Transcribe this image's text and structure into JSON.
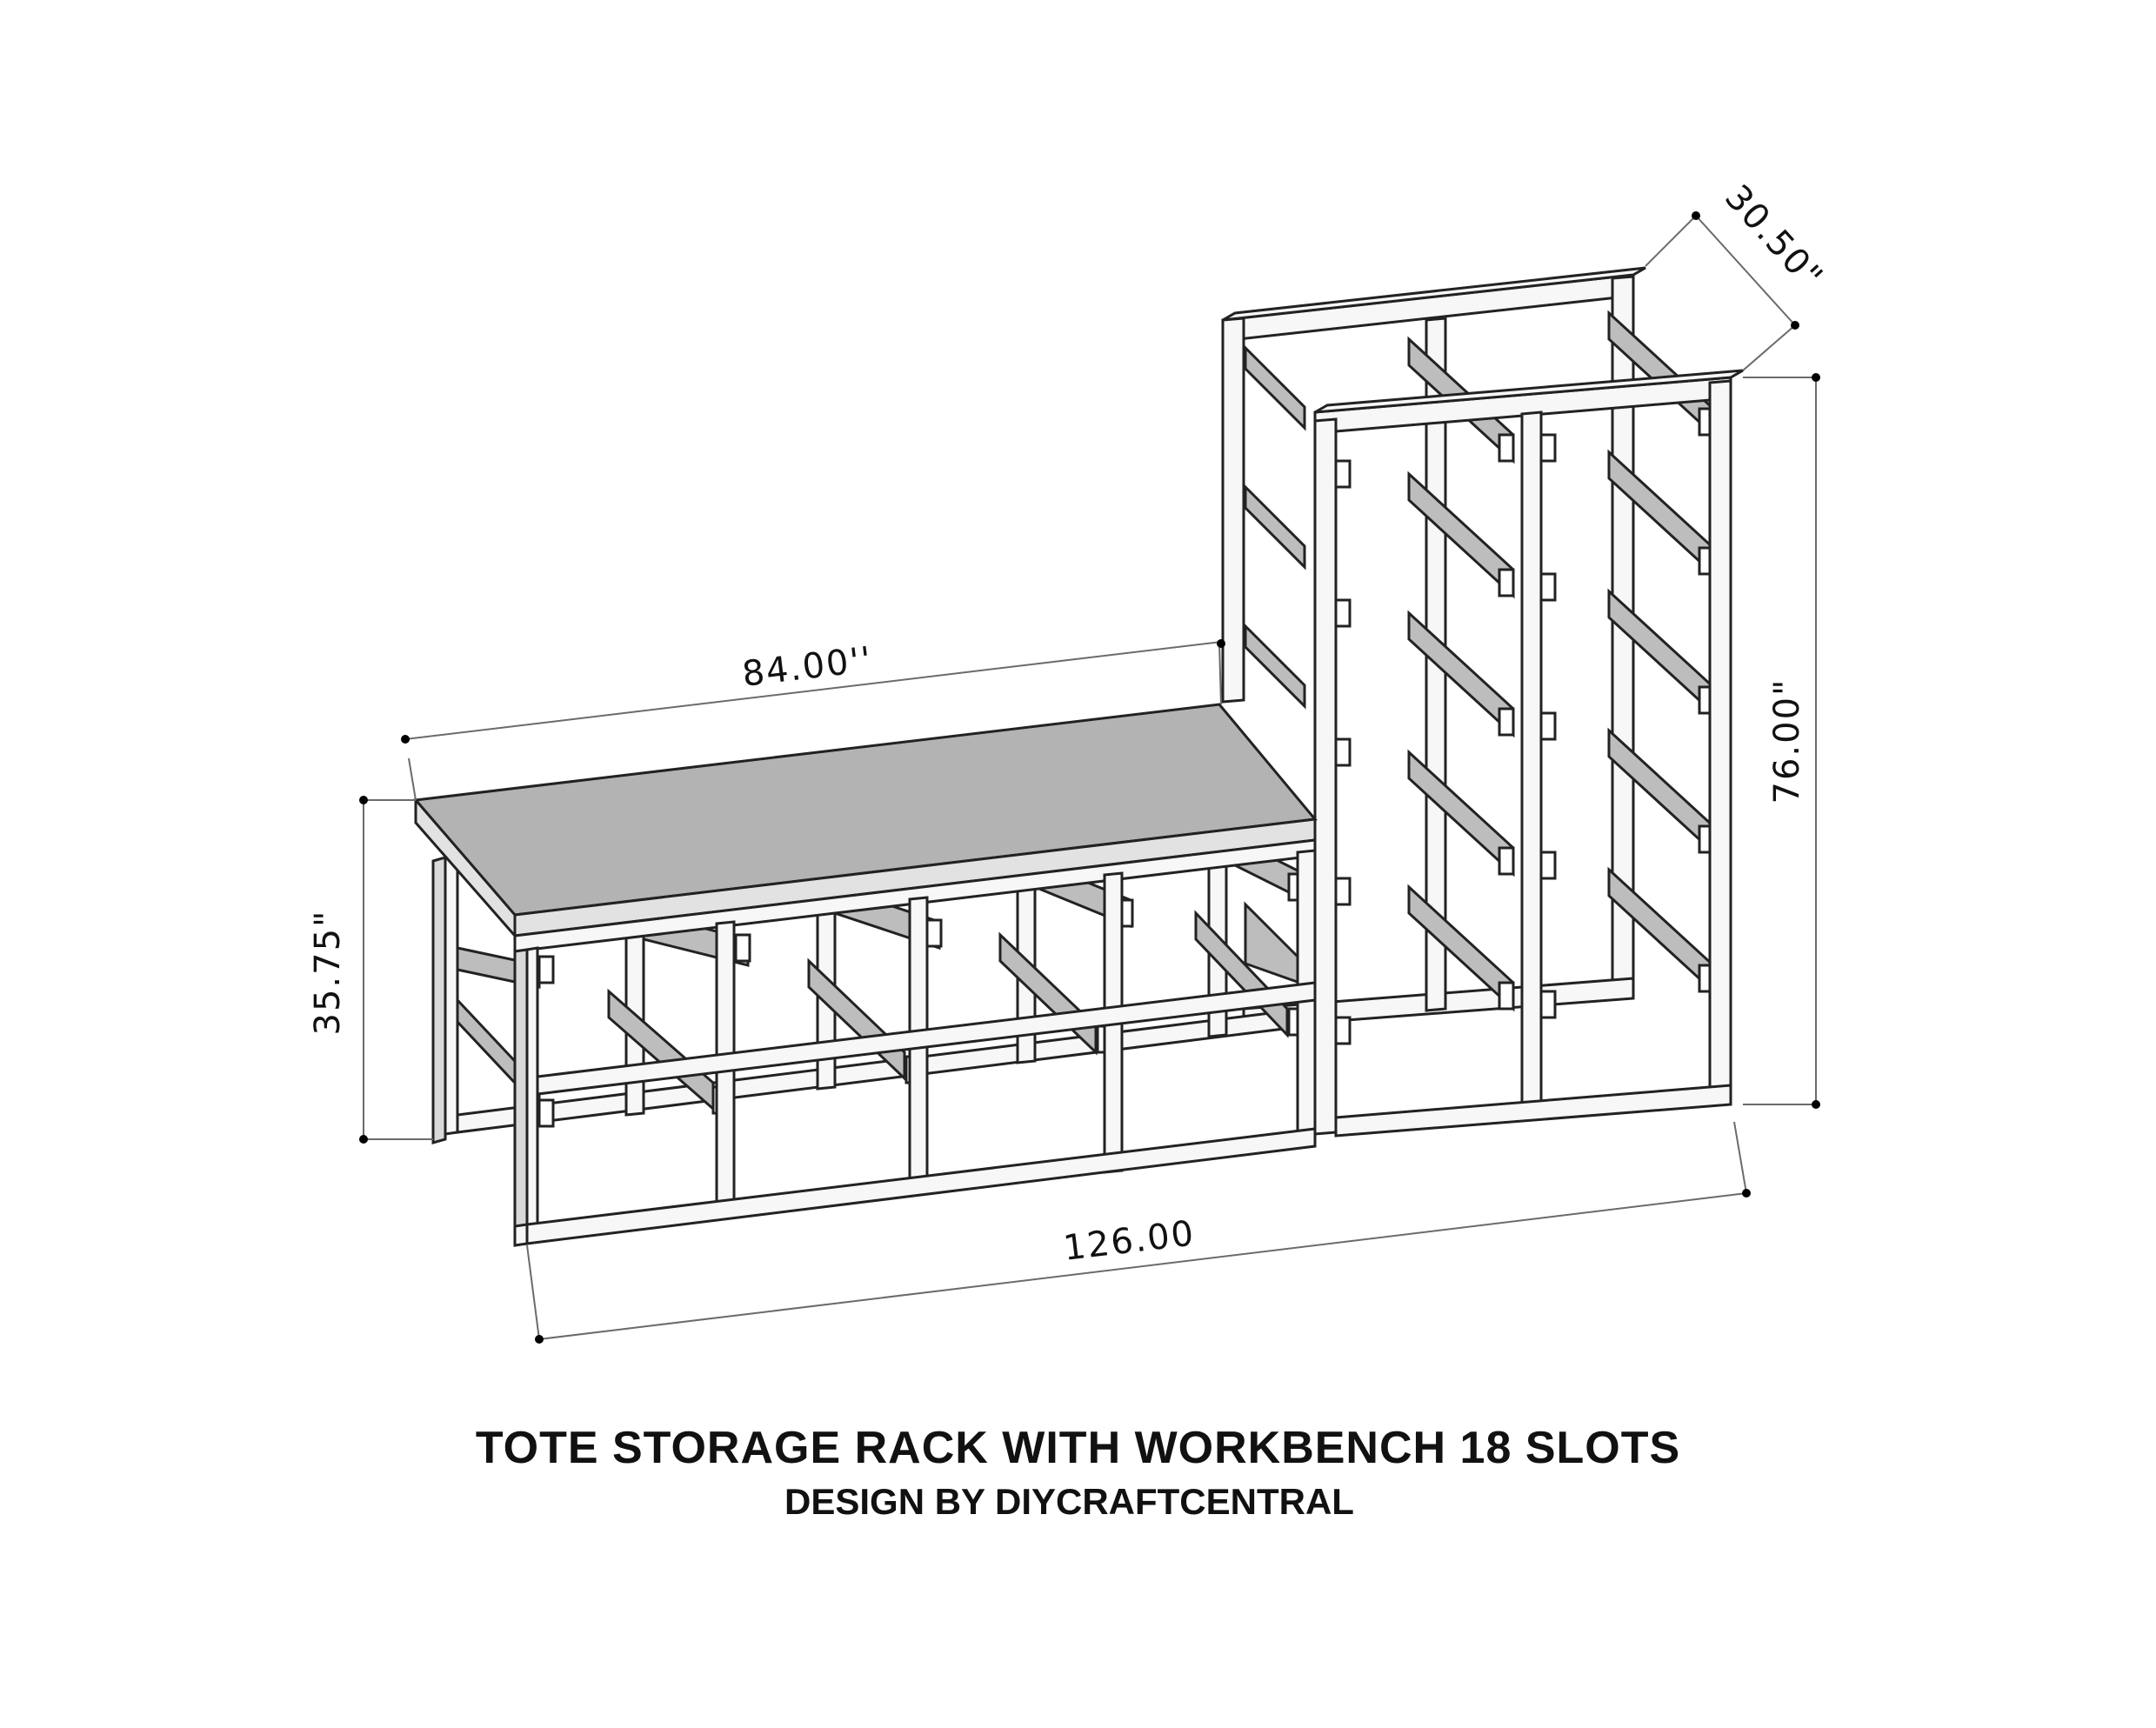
{
  "diagram": {
    "title": "TOTE STORAGE RACK WITH WORKBENCH 18 SLOTS",
    "subtitle": "DESIGN BY DIYCRAFTCENTRAL",
    "dimensions": {
      "bench_length": "84.00''",
      "overall_length": "126.00",
      "bench_height": "35.75\"",
      "tower_height": "76.00\"",
      "depth": "30.50\""
    }
  }
}
